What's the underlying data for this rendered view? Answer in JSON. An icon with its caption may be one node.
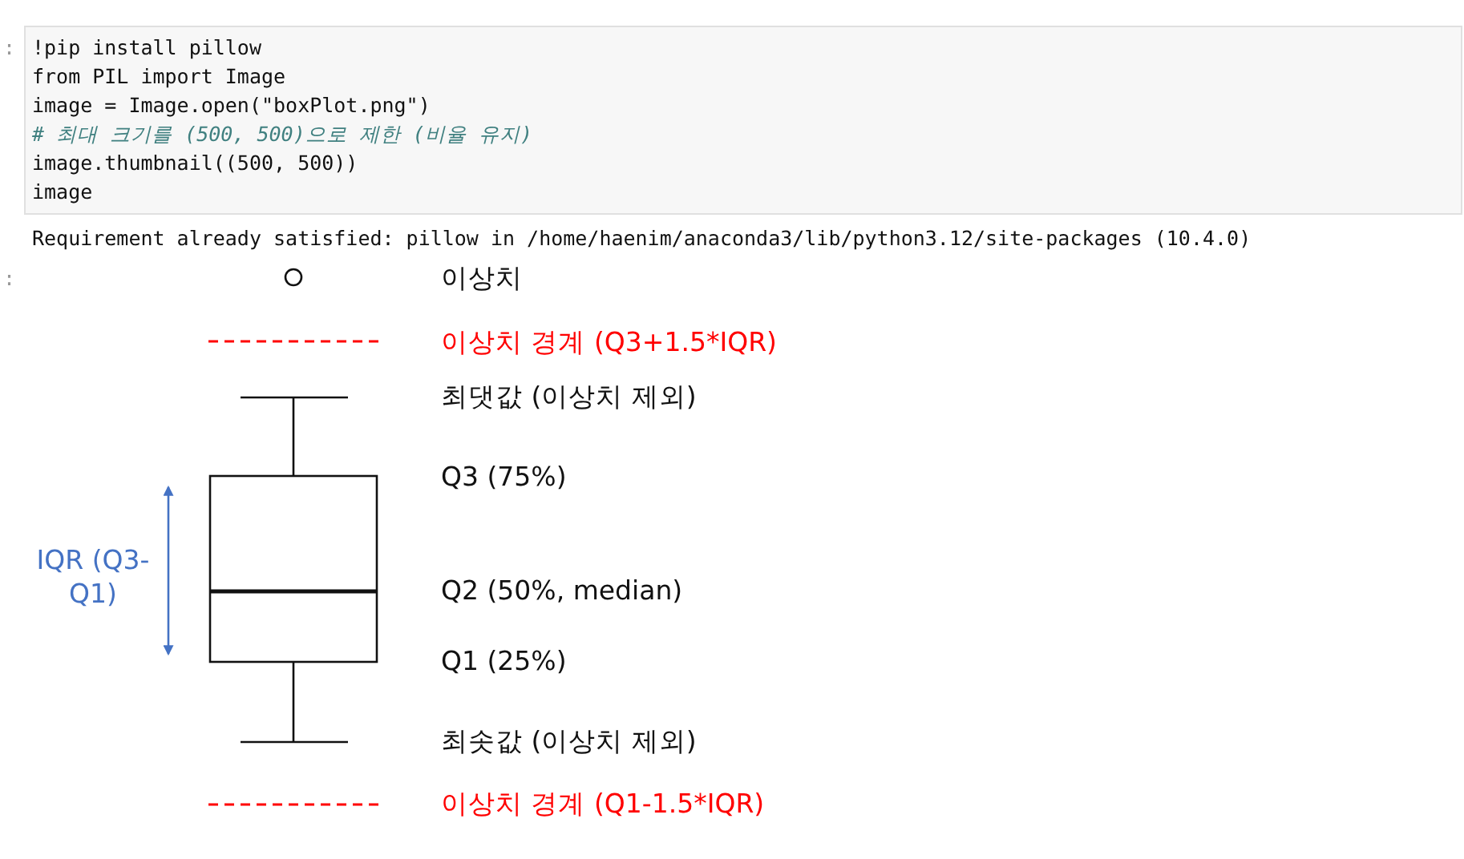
{
  "diagram": {
    "labels": [
      ":",
      "!pip install pillow",
      "from PIL import Image",
      "image = Image.open(\"boxPlot.png\")",
      "# 최대 크기를 (500, 500)으로 제한 (비율 유지)",
      "image.thumbnail((500, 500))",
      "image",
      "Requirement already satisfied: pillow in /home/haenim/anaconda3/lib/python3.12/site-packages (10.4.0)",
      ":",
      "이상치",
      "이상치 경계 (Q3+1.5*IQR)",
      "최댓값 (이상치 제외)",
      "Q3 (75%)",
      "IQR (Q3-Q1)",
      "Q2 (50%, median)",
      "Q1 (25%)",
      "최솟값 (이상치 제외)",
      "이상치 경계 (Q1-1.5*IQR)"
    ]
  }
}
